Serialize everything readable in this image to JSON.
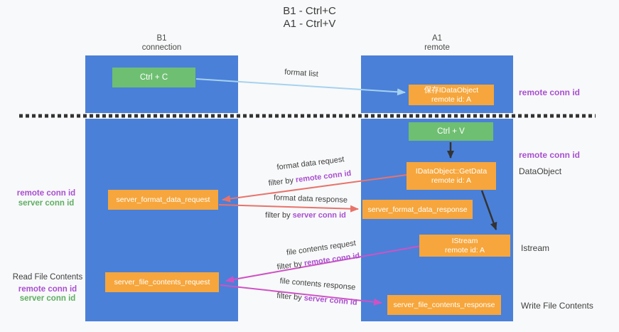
{
  "title": {
    "line1": "B1 - Ctrl+C",
    "line2": "A1 - Ctrl+V"
  },
  "lifelines": {
    "left": {
      "name": "B1",
      "role": "connection"
    },
    "right": {
      "name": "A1",
      "role": "remote"
    }
  },
  "nodes": {
    "ctrl_c": {
      "label": "Ctrl + C"
    },
    "save_dataobject": {
      "line1": "保存IDataObject",
      "line2": "remote id: A"
    },
    "ctrl_v": {
      "label": "Ctrl + V"
    },
    "getdata": {
      "line1": "IDataObject::GetData",
      "line2": "remote id: A"
    },
    "format_request": {
      "label": "server_format_data_request"
    },
    "format_response": {
      "label": "server_format_data_response"
    },
    "istream": {
      "line1": "IStream",
      "line2": "remote id: A"
    },
    "file_request": {
      "label": "server_file_contents_request"
    },
    "file_response": {
      "label": "server_file_contents_response"
    }
  },
  "arrow_labels": {
    "format_list": "format list",
    "format_request": {
      "line": "format data request",
      "filter_prefix": "filter by ",
      "filter_key": "remote conn id"
    },
    "format_response": {
      "line": "format data response",
      "filter_prefix": "filter by ",
      "filter_key": "server conn id"
    },
    "file_request": {
      "line": "file contents request",
      "filter_prefix": "filter by ",
      "filter_key": "remote conn id"
    },
    "file_response": {
      "line": "file contents response",
      "filter_prefix": "filter by ",
      "filter_key": "server conn id"
    }
  },
  "side_labels": {
    "right_top_conn_id": "remote conn id",
    "right_mid_conn_id": "remote conn id",
    "dataobject": "DataObject",
    "istream": "Istream",
    "write_file": "Write File Contents",
    "read_file": "Read File Contents",
    "left_mid": {
      "remote": "remote conn id",
      "server": "server conn id"
    },
    "left_bottom": {
      "remote": "remote conn id",
      "server": "server conn id"
    }
  },
  "colors": {
    "lifeline_blue": "#4a80d8",
    "action_green": "#6fbf72",
    "message_orange": "#f6a63c",
    "arrow_lightblue": "#a6d2f0",
    "arrow_red": "#e8736b",
    "arrow_magenta": "#cf52c5",
    "conn_id_purple": "#a94fd0",
    "conn_id_green": "#5fae63"
  }
}
